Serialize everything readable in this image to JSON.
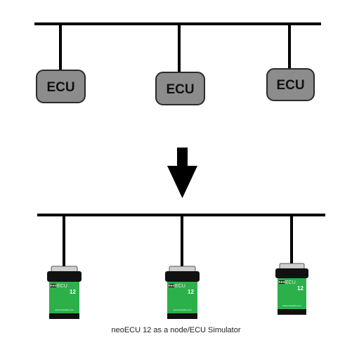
{
  "diagram": {
    "top_ecus": [
      {
        "label": "ECU"
      },
      {
        "label": "ECU"
      },
      {
        "label": "ECU"
      }
    ],
    "devices": [
      {
        "brand": "neo",
        "name": "ECU",
        "number": "12",
        "url": "www.intrepidcs.com"
      },
      {
        "brand": "neo",
        "name": "ECU",
        "number": "12",
        "url": "www.intrepidcs.com"
      },
      {
        "brand": "neo",
        "name": "ECU",
        "number": "12",
        "url": "www.intrepidcs.com"
      }
    ],
    "caption": "neoECU 12 as a node/ECU Simulator",
    "colors": {
      "bus": "#000000",
      "ecu_fill": "#8c8c8c",
      "ecu_stroke": "#2b2b2b",
      "device_green": "#2bb04a",
      "device_black": "#111111"
    }
  }
}
